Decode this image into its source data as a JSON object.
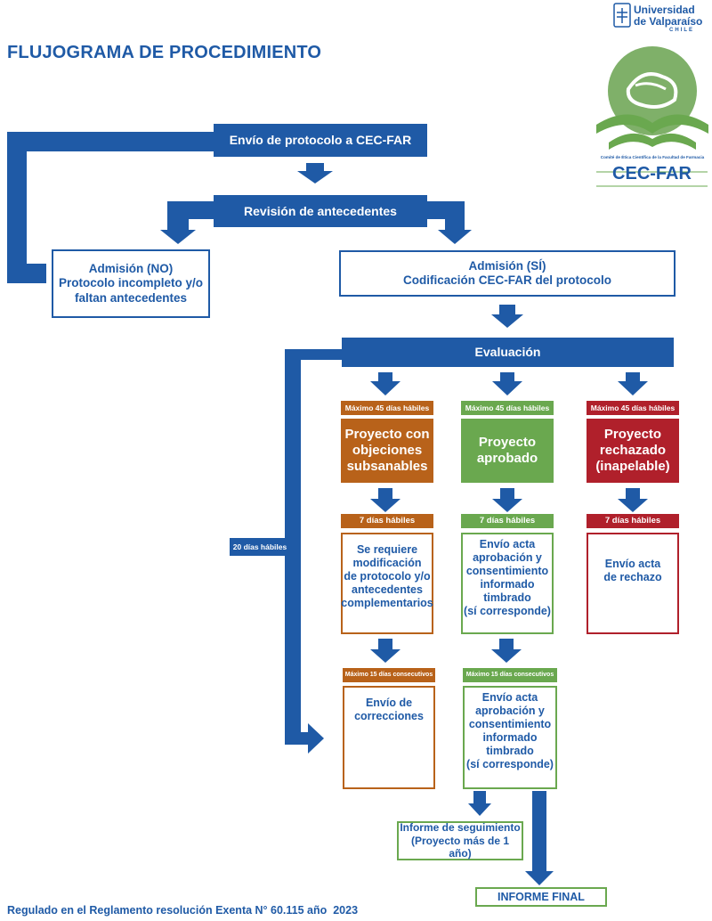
{
  "page": {
    "title": "FLUJOGRAMA DE PROCEDIMIENTO",
    "footer": "Regulado en el Reglamento resolución Exenta N° 60.115 año  2023"
  },
  "logo": {
    "university_line1": "Universidad",
    "university_line2": "de Valparaíso",
    "country": "CHILE",
    "committee": "Comité de Ética Científica de la Facultad de Farmacia",
    "acronym": "CEC-FAR"
  },
  "colors": {
    "blue": "#1f5aa6",
    "orange": "#b8621a",
    "green": "#6aa84f",
    "red": "#b0202b"
  },
  "flow": {
    "envio": "Envío de protocolo a CEC-FAR",
    "revision": "Revisión de antecedentes",
    "admision_no": [
      "Admisión (NO)",
      "Protocolo incompleto y/o",
      "faltan antecedentes"
    ],
    "admision_si": [
      "Admisión (SÍ)",
      "Codificación CEC-FAR del protocolo"
    ],
    "evaluacion": "Evaluación",
    "loop_label": "20 días hábiles"
  },
  "columns": {
    "objeciones": {
      "deadline": "Máximo 45 días hábiles",
      "result": [
        "Proyecto con",
        "objeciones",
        "subsanables"
      ],
      "step_deadline": "7 días hábiles",
      "step": [
        "Se requiere",
        "modificación",
        "de protocolo y/o",
        "antecedentes",
        "complementarios"
      ],
      "step2_deadline": "Máximo 15 días consecutivos",
      "step2": [
        "Envío de",
        "correcciones"
      ]
    },
    "aprobado": {
      "deadline": "Máximo 45 días hábiles",
      "result": [
        "Proyecto",
        "aprobado"
      ],
      "step_deadline": "7 días hábiles",
      "step": [
        "Envío acta",
        "aprobación y",
        "consentimiento",
        "informado",
        "timbrado",
        "(sí corresponde)"
      ],
      "step2_deadline": "Máximo 15 días consecutivos",
      "step2": [
        "Envío acta",
        "aprobación y",
        "consentimiento",
        "informado",
        "timbrado",
        "(sí corresponde)"
      ]
    },
    "rechazado": {
      "deadline": "Máximo 45 días hábiles",
      "result": [
        "Proyecto",
        "rechazado",
        "(inapelable)"
      ],
      "step_deadline": "7 días hábiles",
      "step": [
        "Envío acta",
        "de rechazo"
      ]
    }
  },
  "end": {
    "seguimiento": [
      "Informe de seguimiento",
      "(Proyecto más de 1 año)"
    ],
    "final": "INFORME FINAL"
  }
}
